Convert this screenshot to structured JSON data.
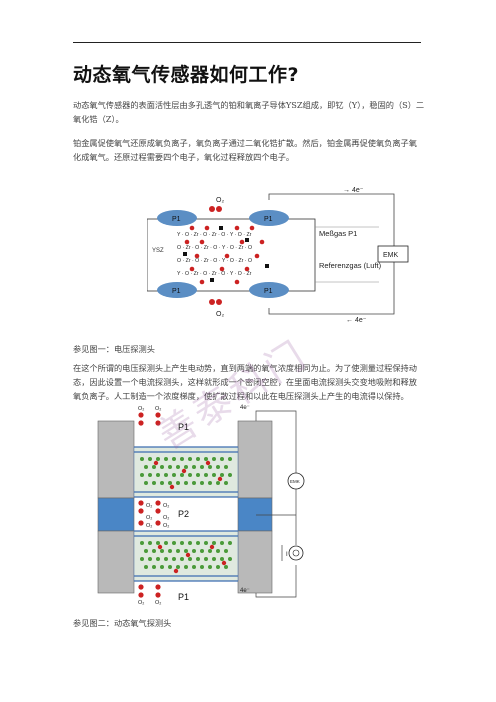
{
  "title": "动态氧气传感器如何工作?",
  "paragraphs": [
    "动态氧气传感器的表面活性层由多孔透气的铂和氧离子导体YSZ组成，即钇（Y），稳固的（S）二氧化锆（Z）。",
    "铂金属促使氧气还原成氧负离子，氧负离子通过二氧化锆扩散。然后，铂金属再促使氧负离子氧化成氧气。还原过程需要四个电子，氧化过程释放四个电子。",
    "在这个所谓的电压探测头上产生电动势，直到两端的氧气浓度相同为止。为了使测量过程保持动态，因此设置一个电流探测头，这样就形成一个密闭空腔，在里面电流探测头交变地吸附和释放氧负离子。人工制造一个浓度梯度，使扩散过程和以此在电压探测头上产生的电流得以保持。"
  ],
  "captions": {
    "figure1": "参见图一：电压探测头",
    "figure2": "参见图二：动态氧气探测头"
  },
  "watermark": "善泰科门",
  "figure1": {
    "o2_top": "O₂",
    "o2_bottom": "O₂",
    "p1_label": "P1",
    "p1_label_tr": "P1",
    "p1_label_bl": "P1",
    "p1_label_br": "P1",
    "ysz_label": "YSZ",
    "meas_gas": "Meßgas P1",
    "ref_gas": "Referenzgas (Luft)",
    "emk": "EMK",
    "e_out": "→ 4e⁻",
    "e_in": "← 4e⁻",
    "lattice_rows": [
      "Y · O · Zr · O · Zr · O · Y · O · Zr",
      "O · Zr · O · Zr · O · Y · O · Zr · O",
      "O · Zr · O · Zr · O · Y · O · Zr · O",
      "Y · O · Zr · O · Zr · O · Y · O · Zr"
    ]
  },
  "figure2": {
    "p1_top": "P1",
    "p2": "P2",
    "p1_bottom": "P1",
    "e_top": "4e⁻",
    "e_bottom": "4e⁻",
    "emk": "EMK",
    "current": "I",
    "o2_labels": [
      "O₂",
      "O₂",
      "O₂",
      "O₂",
      "O₂",
      "O₂",
      "O₂",
      "O₂",
      "O₂",
      "O₂"
    ]
  },
  "colors": {
    "electrode_blue": "#5b8ec4",
    "ysz_box_border": "#333333",
    "oxygen_red": "#cc2222",
    "lattice_green": "#4a9a3a",
    "block_gray": "#b9b9b9",
    "stripe_blue": "#4a86c6"
  }
}
